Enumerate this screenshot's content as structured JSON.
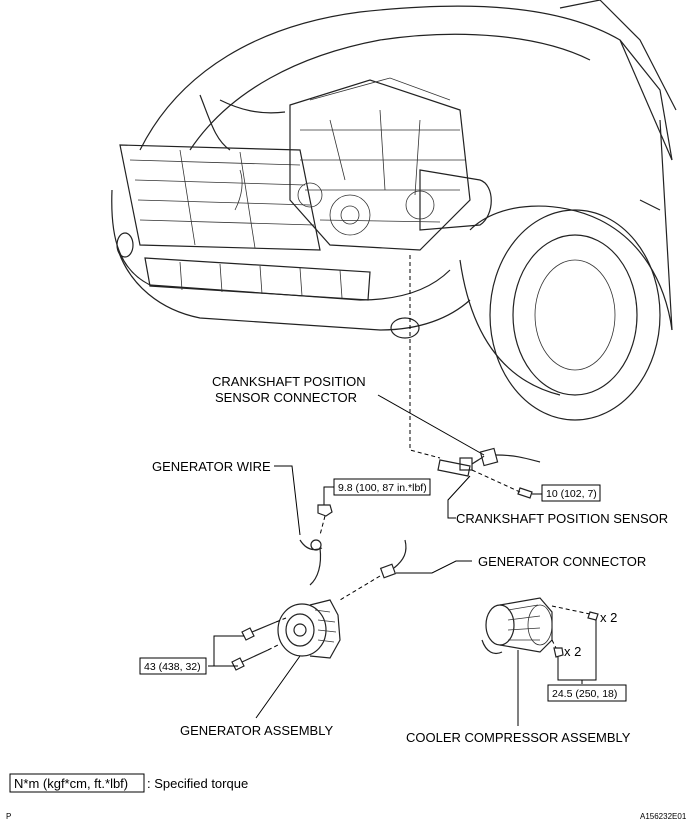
{
  "labels": {
    "crankshaft_sensor_connector_1": "CRANKSHAFT POSITION",
    "crankshaft_sensor_connector_2": "SENSOR CONNECTOR",
    "generator_wire": "GENERATOR WIRE",
    "crankshaft_sensor": "CRANKSHAFT POSITION SENSOR",
    "generator_connector": "GENERATOR CONNECTOR",
    "generator_assembly": "GENERATOR ASSEMBLY",
    "cooler_compressor_assembly": "COOLER COMPRESSOR ASSEMBLY"
  },
  "torques": {
    "generator_wire_nut": "9.8 (100, 87 in.*lbf)",
    "crankshaft_sensor_bolt": "10 (102, 7)",
    "generator_bolts": "43 (438, 32)",
    "compressor_bolts": "24.5 (250, 18)"
  },
  "quantities": {
    "compressor_bolt_qty": "x 2",
    "compressor_nut_qty": "x 2"
  },
  "legend": {
    "unit_box": "N*m (kgf*cm, ft.*lbf)",
    "description": ": Specified torque"
  },
  "footer": {
    "corner_letter": "P",
    "figure_id": "A156232E01"
  }
}
